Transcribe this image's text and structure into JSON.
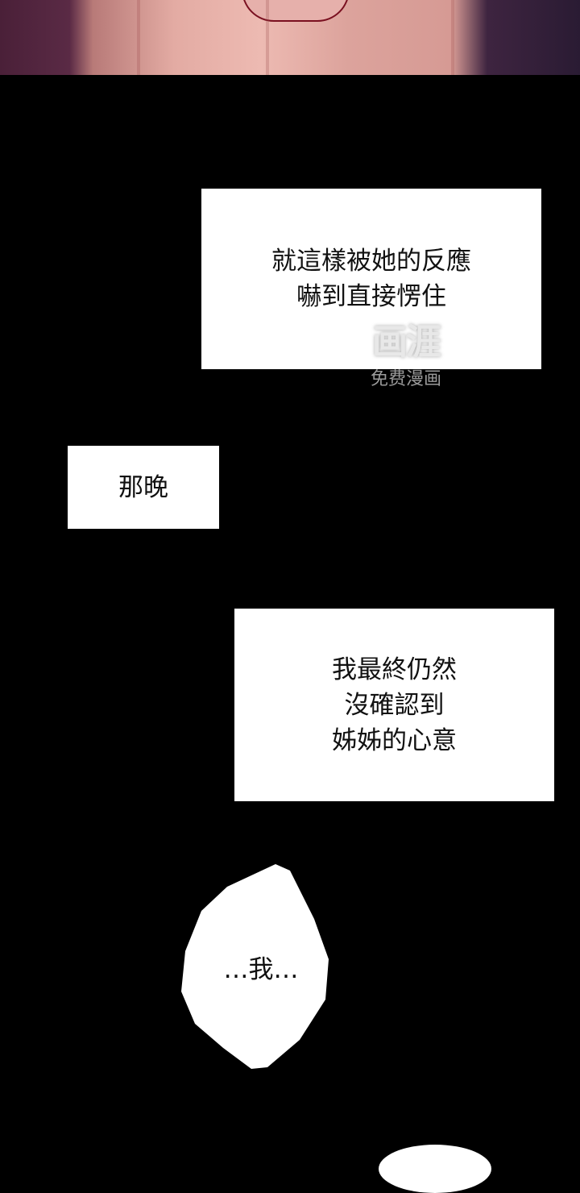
{
  "panel_art": {
    "description_icon": "face-closeup-image"
  },
  "captions": [
    {
      "lines": [
        "就這樣被她的反應",
        "嚇到直接愣住"
      ]
    },
    {
      "lines": [
        "那晚"
      ]
    },
    {
      "lines": [
        "我最終仍然",
        "沒確認到",
        "姊姊的心意"
      ]
    }
  ],
  "speech_bubble": {
    "text": "…我…"
  },
  "watermark": {
    "logo": "画涯",
    "subtitle": "免费漫画"
  },
  "colors": {
    "background": "#000000",
    "caption_bg": "#ffffff",
    "text": "#111111"
  }
}
